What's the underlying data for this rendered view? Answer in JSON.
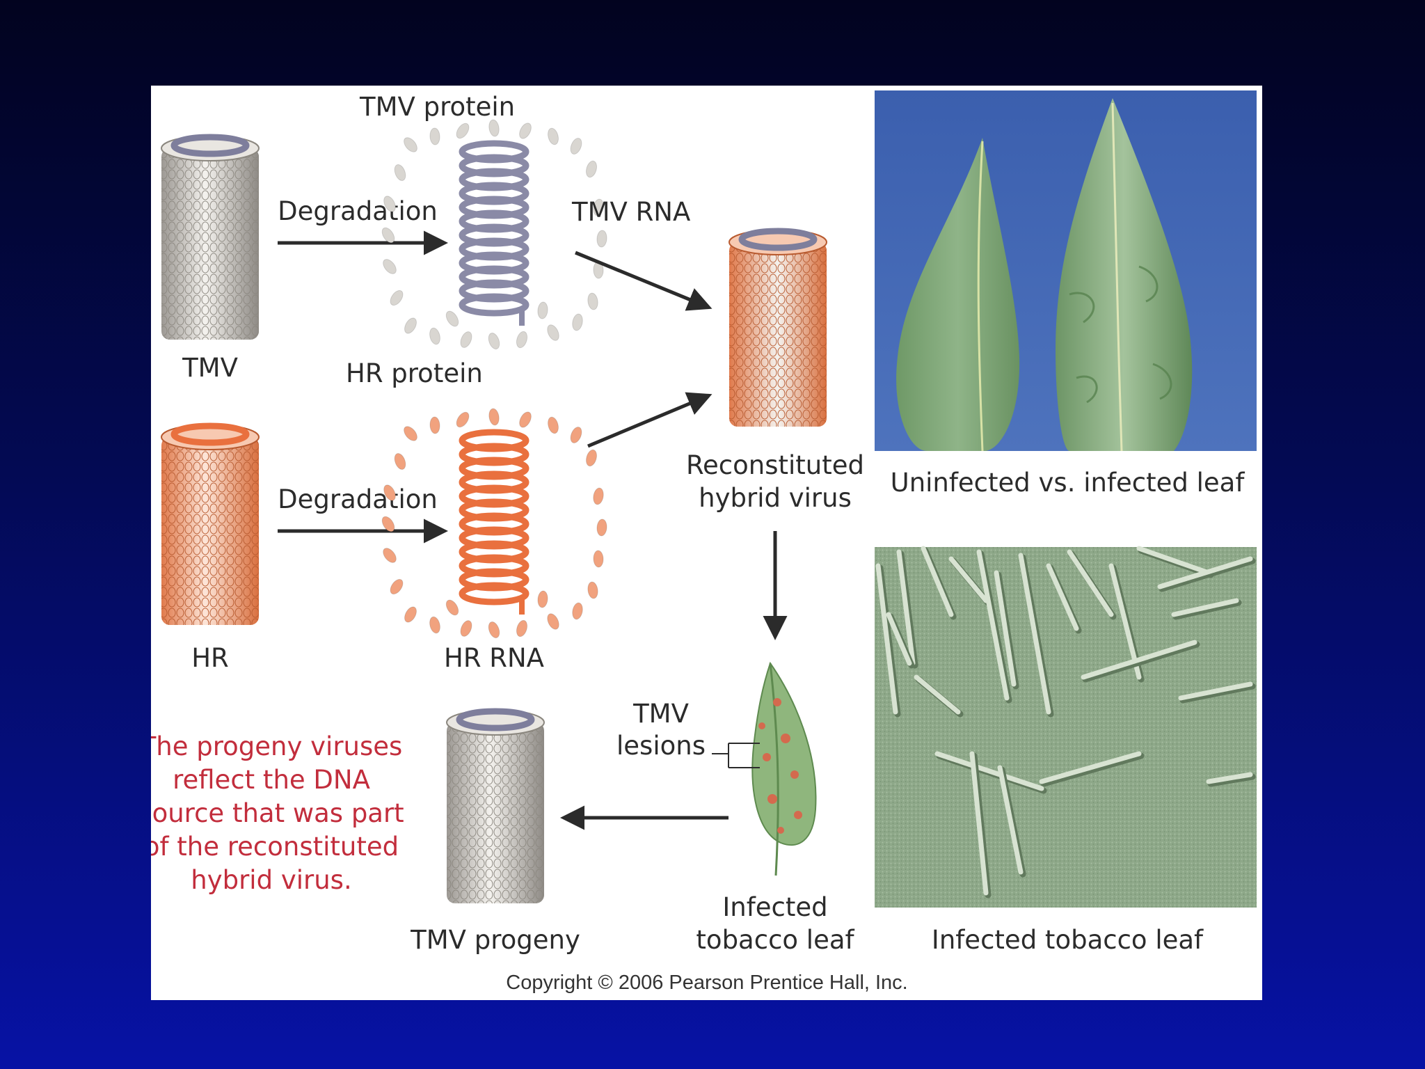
{
  "labels": {
    "tmv_protein": "TMV protein",
    "degradation_top": "Degradation",
    "tmv_rna": "TMV RNA",
    "tmv": "TMV",
    "hr_protein": "HR protein",
    "degradation_bottom": "Degradation",
    "hr": "HR",
    "hr_rna": "HR RNA",
    "reconstituted_line1": "Reconstituted",
    "reconstituted_line2": "hybrid virus",
    "tmv_lesions_line1": "TMV",
    "tmv_lesions_line2": "lesions",
    "infected_leaf_line1": "Infected",
    "infected_leaf_line2": "tobacco leaf",
    "tmv_progeny": "TMV progeny",
    "uninfected_caption": "Uninfected vs. infected leaf",
    "micrograph_caption": "Infected tobacco leaf",
    "copyright": "Copyright © 2006 Pearson Prentice Hall, Inc."
  },
  "note_lines": [
    "The progeny viruses",
    "reflect the DNA",
    "source that was part",
    "of the reconstituted",
    "hybrid virus."
  ],
  "colors": {
    "tmv_protein": "#d9d6d1",
    "tmv_rna": "#8a8aa6",
    "hr_protein": "#f1a27e",
    "hr_rna": "#e9703e",
    "note_text": "#c22d3c",
    "photo_bg": "#3f64b0",
    "leaf": "#7ea57a",
    "micrograph": "#8fa98a"
  }
}
